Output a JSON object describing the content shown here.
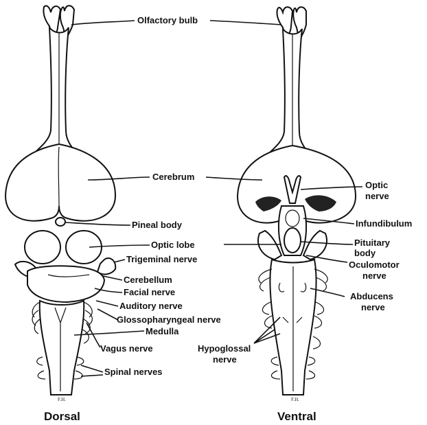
{
  "views": {
    "dorsal": {
      "title": "Dorsal",
      "labels": {
        "olfactory_bulb": "Olfactory bulb",
        "cerebrum": "Cerebrum",
        "pineal_body": "Pineal body",
        "optic_lobe": "Optic lobe",
        "trigeminal_nerve": "Trigeminal nerve",
        "cerebellum": "Cerebellum",
        "facial_nerve": "Facial nerve",
        "auditory_nerve": "Auditory nerve",
        "glossopharyngeal_nerve": "Glossopharyngeal nerve",
        "medulla": "Medulla",
        "vagus_nerve": "Vagus nerve",
        "spinal_nerves": "Spinal nerves"
      },
      "artist_mark": "F.H."
    },
    "ventral": {
      "title": "Ventral",
      "labels": {
        "optic_nerve": [
          "Optic",
          "nerve"
        ],
        "infundibulum": "Infundibulum",
        "pituitary_body": [
          "Pituitary",
          "body"
        ],
        "oculomotor_nerve": [
          "Oculomotor",
          "nerve"
        ],
        "abducens_nerve": [
          "Abducens",
          "nerve"
        ],
        "hypoglossal_nerve": [
          "Hypoglossal",
          "nerve"
        ]
      },
      "artist_mark": "F.H."
    }
  }
}
